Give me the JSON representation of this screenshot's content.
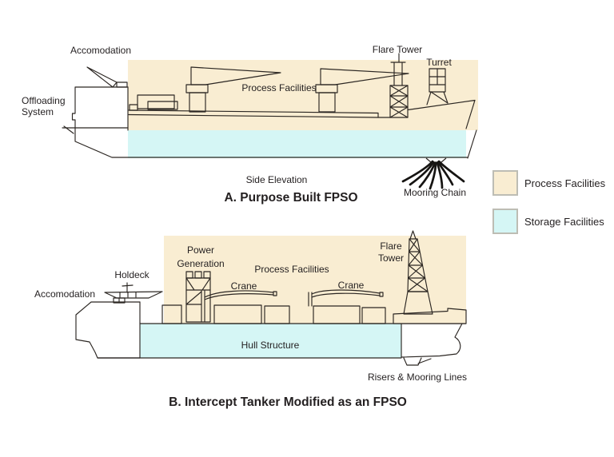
{
  "colors": {
    "process": "#F9EDD2",
    "storage": "#D5F6F5",
    "outline": "#2B2622",
    "chain": "#161412",
    "text": "#231F20",
    "legend_border": "#BDBDB4"
  },
  "diagram_a": {
    "title": "A. Purpose Built FPSO",
    "subtitle": "Side Elevation",
    "labels": {
      "accommodation": "Accomodation",
      "offloading_line1": "Offloading",
      "offloading_line2": "System",
      "process_facilities": "Process Facilities",
      "flare_tower": "Flare Tower",
      "turret": "Turret",
      "mooring_chain": "Mooring Chain"
    }
  },
  "diagram_b": {
    "title": "B. Intercept Tanker Modified as an FPSO",
    "labels": {
      "accommodation": "Accomodation",
      "holdeck": "Holdeck",
      "power_line1": "Power",
      "power_line2": "Generation",
      "process_facilities": "Process Facilities",
      "crane_left": "Crane",
      "crane_right": "Crane",
      "flare_line1": "Flare",
      "flare_line2": "Tower",
      "hull_structure": "Hull Structure",
      "risers_mooring": "Risers & Mooring Lines"
    }
  },
  "legend": {
    "items": [
      {
        "label": "Process Facilities",
        "color": "#F9EDD2"
      },
      {
        "label": "Storage Facilities",
        "color": "#D5F6F5"
      }
    ]
  }
}
